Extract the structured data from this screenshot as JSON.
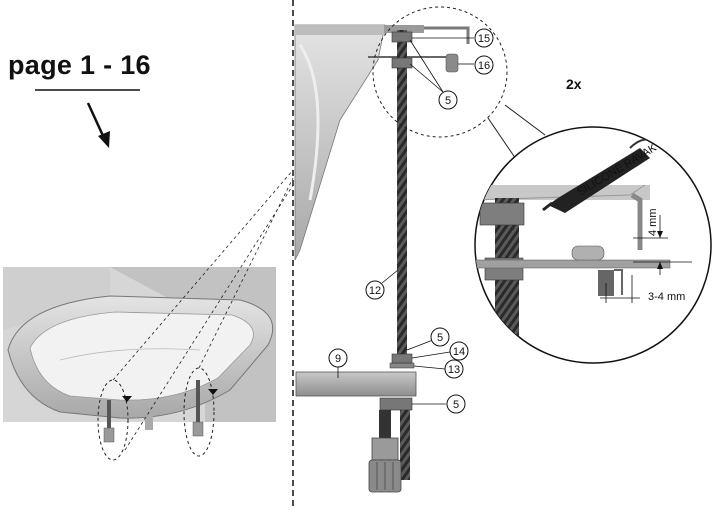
{
  "page_reference": "page 1 - 16",
  "quantity": "2x",
  "callouts": {
    "c15": "15",
    "c16": "16",
    "c5_top": "5",
    "c12": "12",
    "c5_mid": "5",
    "c14": "14",
    "c9": "9",
    "c13": "13",
    "c5_bottom": "5"
  },
  "dimensions": {
    "vertical_gap": "4 mm",
    "horizontal_gap": "3-4 mm"
  },
  "sealant_label": "SILICONE RAVAK"
}
